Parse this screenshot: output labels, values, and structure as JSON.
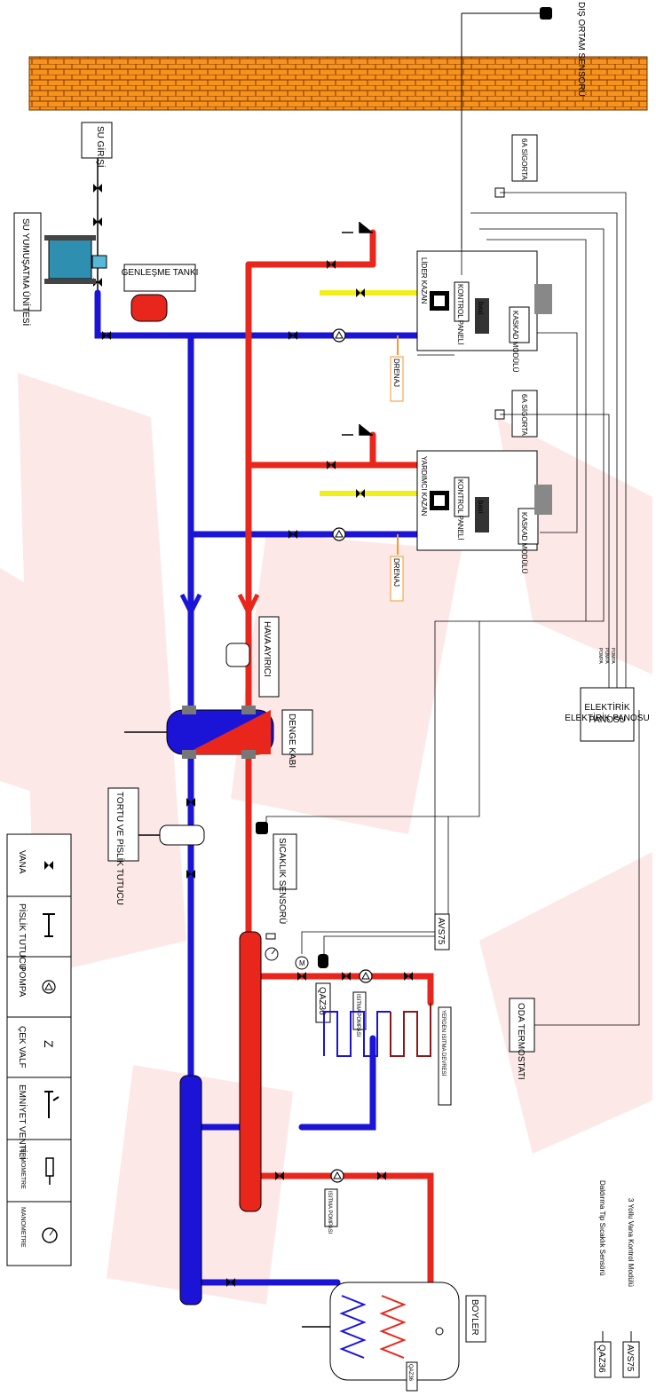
{
  "colors": {
    "hot": "#e8261c",
    "cold": "#1b14d6",
    "gas": "#f2ef18",
    "drain": "#f29a2e",
    "brick": "#f7921e",
    "watermark": "#fde6e6"
  },
  "labels": {
    "outdoor_sensor": "DIŞ ORTAM SENSORÜ",
    "water_inlet": "SU GİRİŞİ",
    "softener": "SU YUMUŞATMA ÜNİTESİ",
    "expansion_tank": "GENLEŞME TANKI",
    "fuse1": "6A SİGORTA",
    "fuse2": "6A SİGORTA",
    "lead_boiler": "LİDER KAZAN",
    "aux_boiler": "YARDIMCI KAZAN",
    "control_panel1": "KONTROL PANELİ",
    "control_panel2": "KONTROL PANELİ",
    "cascade1": "KASKAD MODÜLÜ",
    "cascade2": "KASKAD MODÜLÜ",
    "drain1": "DRENAJ",
    "drain2": "DRENAJ",
    "brand1": "baxi",
    "brand2": "baxi",
    "air_separator": "HAVA AYIRICI",
    "balance_tank": "DENGE KABI",
    "electric_panel": "ELEKTİRİK PANOSU",
    "pump_labels": [
      "POMPA",
      "POMPA",
      "POMPA"
    ],
    "dirt_separator": "TORTU VE PİSLİK TUTUCU",
    "temp_sensor": "SICAKLIK SENSORÜ",
    "avs75": "AVS75",
    "qaz36_mix": "QAZ36",
    "heating_pump1": "ISITMA POMPASI",
    "heating_pump2": "ISITMA POMPASI",
    "floor_heating": "YERDEN ISITMA DEVRESİ",
    "room_thermostat": "ODA TERMOSTATI",
    "boiler_tank": "BOYLER",
    "qaz36_boiler": "QAZ36",
    "mixer_m": "M"
  },
  "legend": {
    "items": [
      {
        "icon": "vana-icon",
        "label": "VANA"
      },
      {
        "icon": "pislik-tutucu-icon",
        "label": "PİSLİK TUTUCU"
      },
      {
        "icon": "pompa-icon",
        "label": "POMPA"
      },
      {
        "icon": "cek-valf-icon",
        "label": "ÇEK VALF"
      },
      {
        "icon": "emniyet-ventili-icon",
        "label": "EMNİYET VENTİLİ"
      },
      {
        "icon": "termometre-icon",
        "label": "TERMOMETRE"
      },
      {
        "icon": "manometre-icon",
        "label": "MANOMETRE"
      }
    ]
  },
  "key": {
    "avs_box": "AVS75",
    "avs_text": "3 Yollu Vana Kontrol Modülü",
    "qaz_box": "QAZ36",
    "qaz_text": "Daldırma Tip Sıcaklık Sensörü"
  }
}
